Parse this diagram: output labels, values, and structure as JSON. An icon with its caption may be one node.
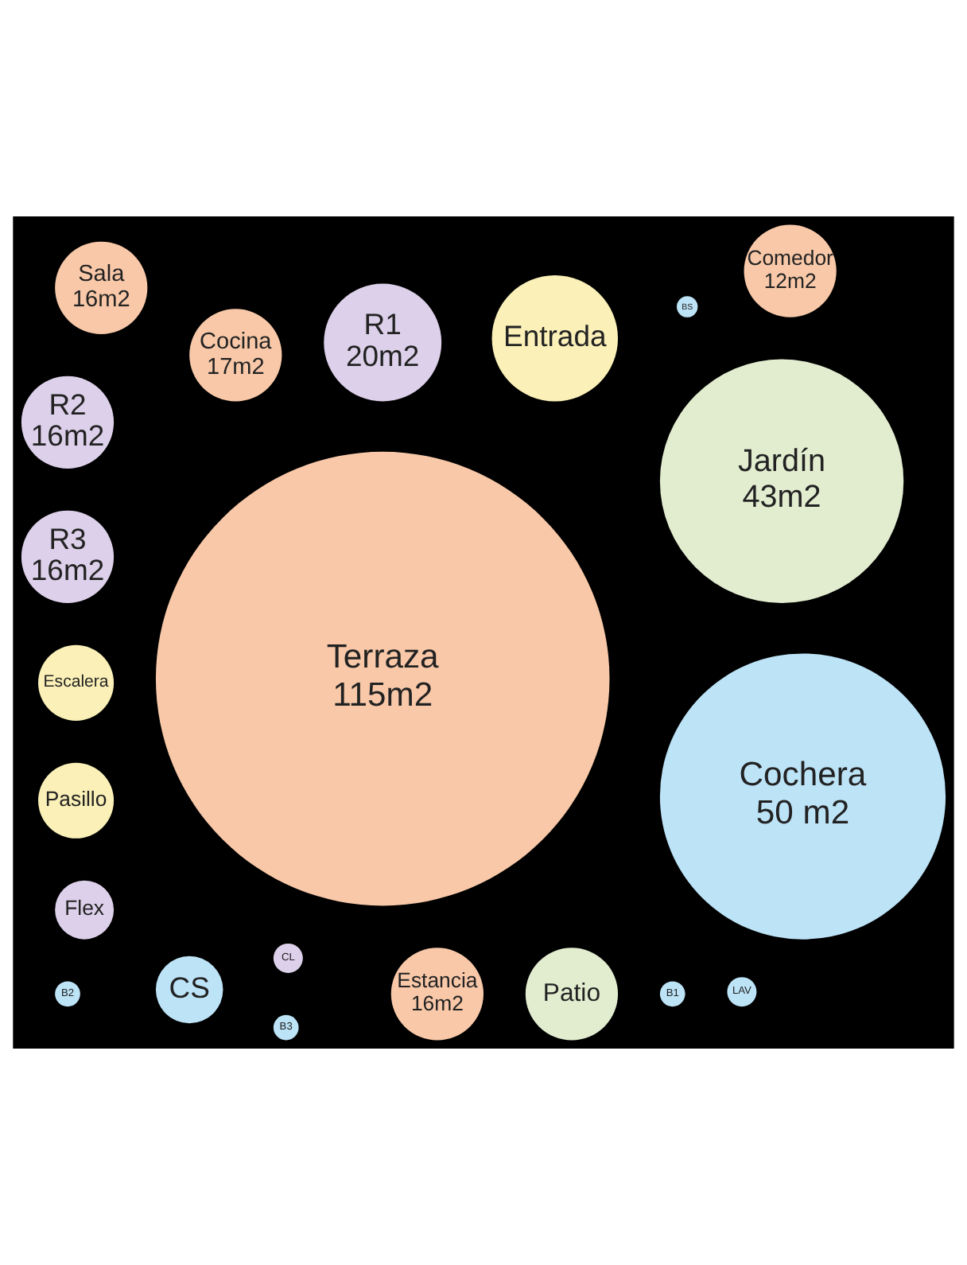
{
  "diagram": {
    "nodes": [
      {
        "text": [
          "Terraza",
          "115m2"
        ]
      },
      {
        "text": [
          "Jardín",
          "43m2"
        ]
      },
      {
        "text": [
          "Cocina",
          "17m2"
        ]
      },
      {
        "text": [
          "CL"
        ]
      },
      {
        "text": [
          "B1"
        ]
      },
      {
        "text": [
          "Sala",
          "16m2"
        ]
      },
      {
        "text": [
          "Comedor",
          "12m2"
        ]
      },
      {
        "text": [
          "R1",
          "20m2"
        ]
      },
      {
        "text": [
          "LAV"
        ]
      },
      {
        "text": [
          "Escalera"
        ]
      },
      {
        "text": [
          "Estancia",
          "16m2"
        ]
      },
      {
        "text": [
          "Pasillo"
        ]
      },
      {
        "text": [
          "Patio"
        ]
      },
      {
        "text": [
          "Flex"
        ]
      },
      {
        "text": [
          "Entrada"
        ]
      },
      {
        "text": [
          "B2"
        ]
      },
      {
        "text": [
          "R2",
          "16m2"
        ]
      },
      {
        "text": [
          "R3",
          "16m2"
        ]
      },
      {
        "text": [
          "BS"
        ]
      },
      {
        "text": [
          "CS"
        ]
      },
      {
        "text": [
          "B3"
        ]
      },
      {
        "text": [
          "Cochera",
          "50 m2"
        ]
      }
    ],
    "edges": []
  }
}
